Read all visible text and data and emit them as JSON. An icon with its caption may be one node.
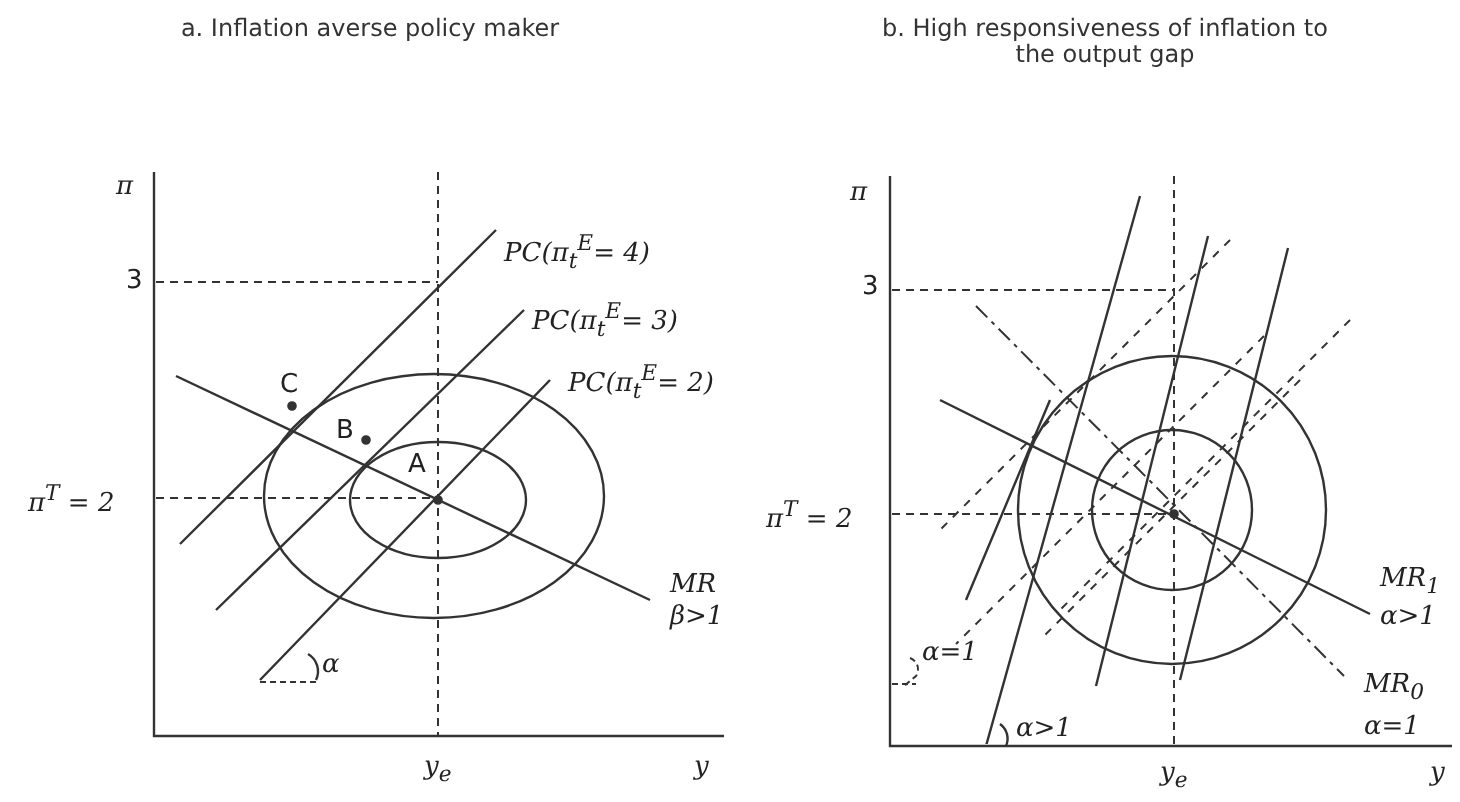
{
  "diagram": {
    "labels": [
      "a. Inflation averse policy maker",
      "π",
      "3",
      "PC(π$_{t}$$^{E}$= 4)",
      "PC(π$_{t}$$^{E}$= 3)",
      "PC(π$_{t}$$^{E}$= 2)",
      "C",
      "B",
      "A",
      "π$^{T}$ = 2",
      "MR",
      "β>1",
      "α",
      "y$_{e}$",
      "y",
      "b. High responsiveness of inflation to the output gap",
      "π",
      "3",
      "π$^{T}$ = 2",
      "MR$_{1}$",
      "α>1",
      "α=1",
      "MR$_{0}$",
      "α=1",
      "α>1",
      "y$_{e}$",
      "y"
    ]
  }
}
